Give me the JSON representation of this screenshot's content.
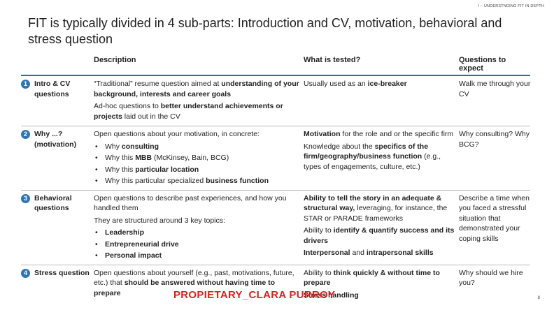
{
  "header_tag": "I – UNDERSTNDING FIT IN DEPTH",
  "title": "FIT is typically divided in 4 sub-parts: Introduction and CV, motivation, behavioral and stress question",
  "columns": [
    "Description",
    "What is tested?",
    "Questions to expect"
  ],
  "rows": [
    {
      "num": "1",
      "label": "Intro & CV questions",
      "desc_html": "<div class='blk'>“Traditional” resume question aimed at <b>understanding of your background, interests and career goals</b></div><div class='blk'>Ad-hoc questions to <b>better understand achievements or projects</b> laid out in the CV</div>",
      "tested_html": "<div class='blk'>Usually used as an <b>ice-breaker</b></div>",
      "questions": "Walk me through your CV"
    },
    {
      "num": "2",
      "label": "Why ...? (motivation)",
      "desc_html": "<div class='blk'>Open questions about your motivation, in concrete:</div><div class='bullet'><span class='bdot'>•</span><span>Why <b>consulting</b></span></div><div class='bullet'><span class='bdot'>•</span><span>Why this <b>MBB</b> (McKinsey, Bain, BCG)</span></div><div class='bullet'><span class='bdot'>•</span><span>Why this <b>particular location</b></span></div><div class='bullet'><span class='bdot'>•</span><span>Why this particular specialized <b>business function</b></span></div>",
      "tested_html": "<div class='blk'><b>Motivation</b> for the role and or the specific firm</div><div class='blk'>Knowledge about the <b>specifics of the firm/geography/business function</b> (e.g., types of engagements, culture, etc.)</div>",
      "questions": "Why consulting? Why BCG?"
    },
    {
      "num": "3",
      "label": "Behavioral questions",
      "desc_html": "<div class='blk'>Open questions to describe past experiences, and how you handled them</div><div class='blk'>They are structured around 3 key topics:</div><div class='bullet'><span class='bdot'>•</span><span><b>Leadership</b></span></div><div class='bullet'><span class='bdot'>•</span><span><b>Entrepreneurial drive</b></span></div><div class='bullet'><span class='bdot'>•</span><span><b>Personal impact</b></span></div>",
      "tested_html": "<div class='blk'><b>Ability to tell the story in an adequate &amp; structural way,</b> leveraging, for instance, the STAR or PARADE frameworks</div><div class='blk'>Ability to <b>identify &amp; quantify success and its drivers</b></div><div class='blk'><b>Interpersonal</b> and <b>intrapersonal skills</b></div>",
      "questions": "Describe a time when you faced a stressful situation that demonstrated your coping skills"
    },
    {
      "num": "4",
      "label": "Stress question",
      "desc_html": "<div class='blk'>Open questions about yourself (e.g., past, motivations, future, etc.) that <b>should be answered without having time to prepare</b></div>",
      "tested_html": "<div class='blk'>Ability to <b>think quickly &amp; without time to prepare</b></div><div class='blk'><b>Stress handling</b></div>",
      "questions": "Why should we hire you?"
    }
  ],
  "watermark": "PROPIETARY_CLARA PURROY",
  "page_number": "8"
}
